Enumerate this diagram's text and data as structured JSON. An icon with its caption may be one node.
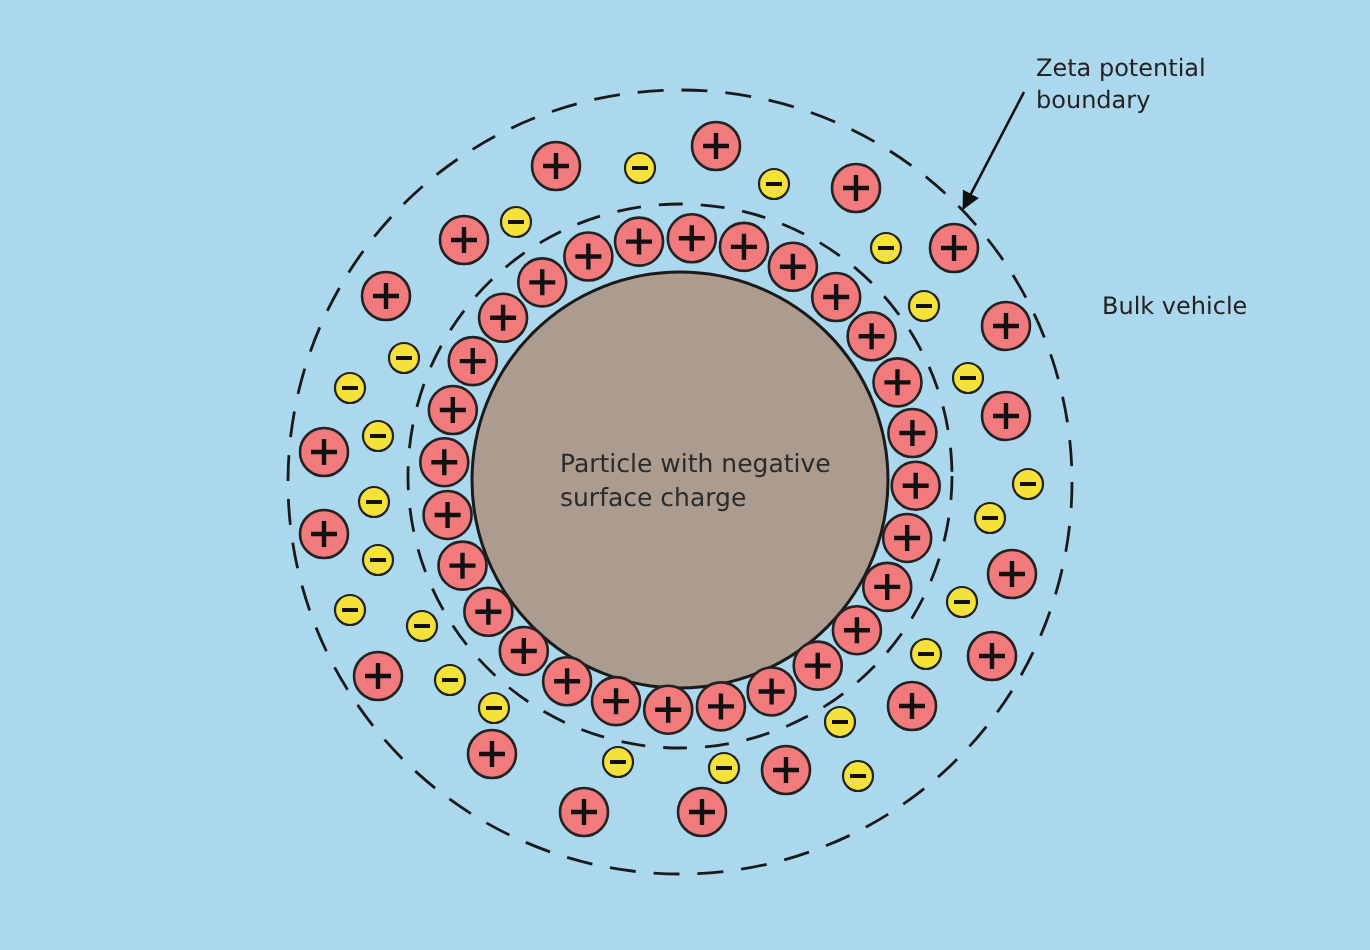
{
  "diagram": {
    "nodes": [
      {
        "text": [
          "Zeta potential boundary"
        ]
      },
      {
        "text": [],
        "shape": "circle"
      },
      {
        "text": [
          "Particle with negative surface charge"
        ],
        "in": 1
      }
    ],
    "edges": [
      {
        "from": 0,
        "to": 1,
        "arrow": "to"
      }
    ],
    "labels": [
      "Bulk vehicle"
    ]
  }
}
